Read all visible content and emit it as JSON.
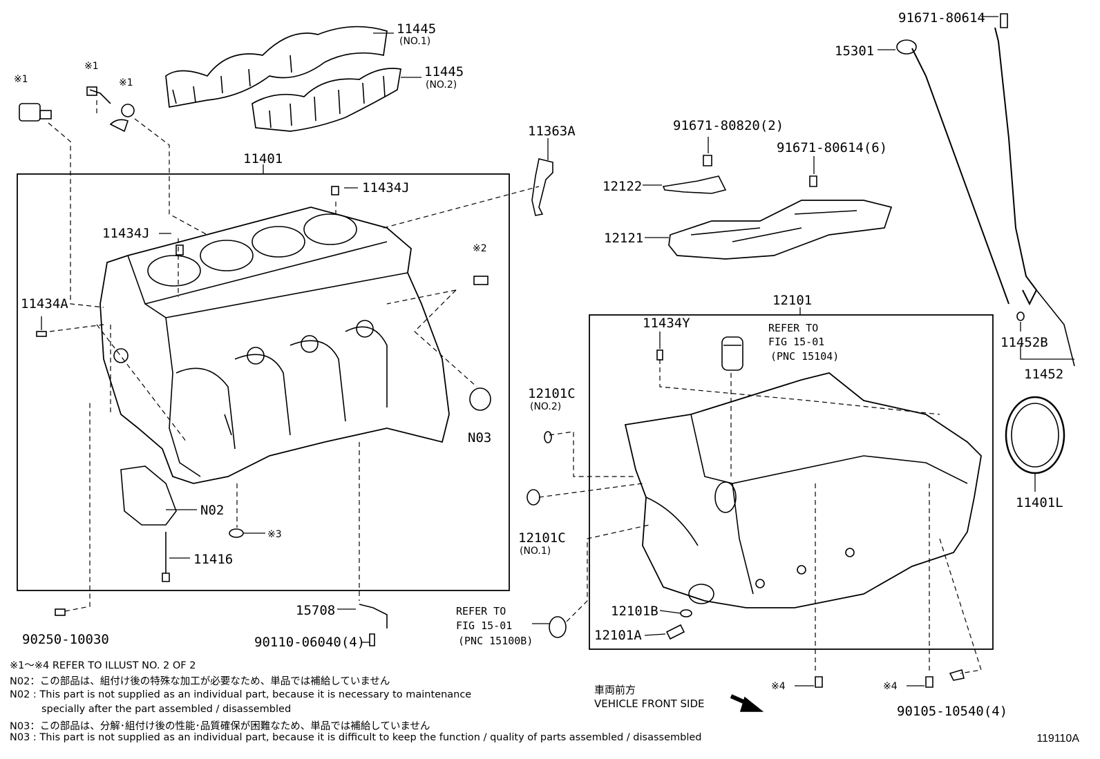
{
  "labels": {
    "p11445_1": "11445",
    "p11445_1_sub": "(NO.1)",
    "p11445_2": "11445",
    "p11445_2_sub": "(NO.2)",
    "ref1_a": "※1",
    "ref1_b": "※1",
    "p11401": "11401",
    "p11434J_a": "11434J",
    "p11434J_b": "11434J",
    "p11434A": "11434A",
    "ref2": "※2",
    "p11363A": "11363A",
    "p91671_80820": "91671-80820(2)",
    "p91671_80614_6": "91671-80614(6)",
    "p12122": "12122",
    "p12121": "12121",
    "p91671_80614": "91671-80614",
    "p15301": "15301",
    "p12101": "12101",
    "p11434Y": "11434Y",
    "refer_a1": "REFER TO",
    "refer_a2": "FIG 15-01",
    "refer_a3": "(PNC 15104)",
    "p12101C_a": "12101C",
    "p12101C_a_sub": "(NO.2)",
    "p12101C_b": "12101C",
    "p12101C_b_sub": "(NO.1)",
    "pN03": "N03",
    "pN02": "N02",
    "ref3": "※3",
    "p11416": "11416",
    "p11452B": "11452B",
    "p11452": "11452",
    "p11401L": "11401L",
    "p15708": "15708",
    "p90250": "90250-10030",
    "p90110": "90110-06040(4)",
    "refer_b1": "REFER TO",
    "refer_b2": "FIG 15-01",
    "refer_b3": "(PNC 15100B)",
    "p12101B": "12101B",
    "p12101A": "12101A",
    "ref4_a": "※4",
    "ref4_b": "※4",
    "p90105": "90105-10540(4)"
  },
  "notes": {
    "n1": "※1～※4  REFER TO ILLUST NO. 2 OF 2",
    "n2": "N02：この部品は、組付け後の特殊な加工が必要なため、単品では補給していません",
    "n3": "N02 : This part is not supplied as an individual part, because it is necessary to maintenance",
    "n4": "specially after the part assembled / disassembled",
    "n5": "N03：この部品は、分解･組付け後の性能･品質確保が困難なため、単品では補給していません",
    "n6": "N03 : This part is not supplied as an individual part, because it is difficult to keep the function / quality of parts  assembled / disassembled"
  },
  "front": {
    "jp": "車両前方",
    "en": "VEHICLE FRONT SIDE"
  },
  "figure_id": "119110A"
}
